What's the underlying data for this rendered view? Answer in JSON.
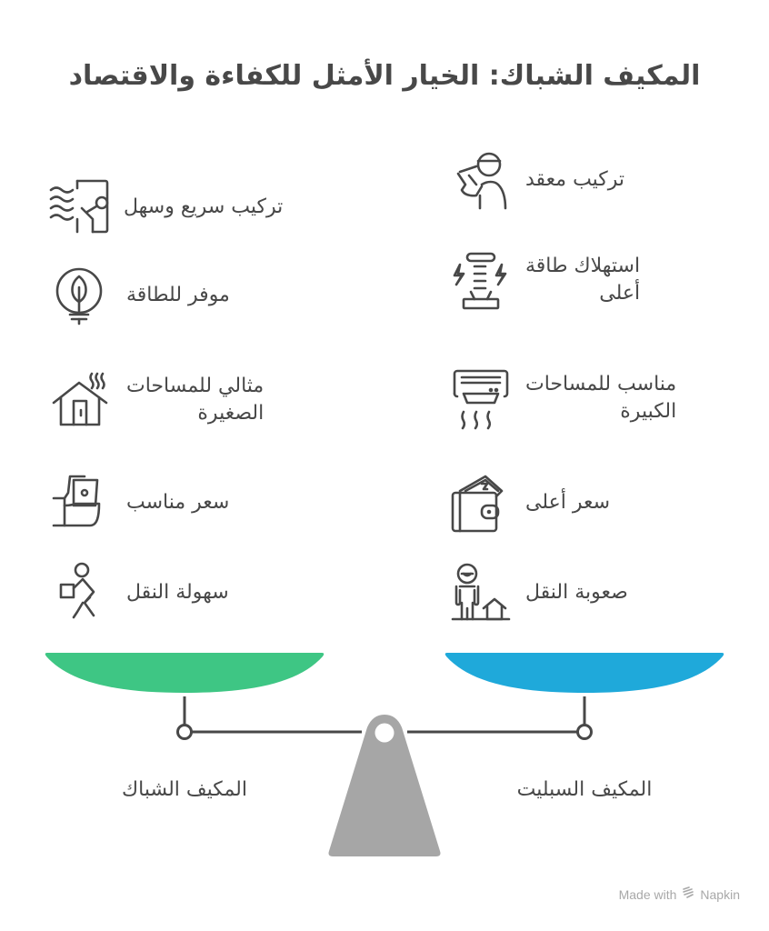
{
  "title": "المكيف الشباك: الخيار الأمثل للكفاءة والاقتصاد",
  "colors": {
    "window_pan": "#3EC684",
    "split_pan": "#1FA9DA",
    "fulcrum": "#A6A6A6",
    "line": "#484848",
    "text": "#484848"
  },
  "left_side": {
    "label": "المكيف الشباك",
    "items": [
      {
        "icon": "quick-install-icon",
        "label": "تركيب سريع وسهل"
      },
      {
        "icon": "energy-saving-bulb-icon",
        "label": "موفر للطاقة"
      },
      {
        "icon": "small-house-icon",
        "label": "مثالي للمساحات\nالصغيرة"
      },
      {
        "icon": "affordable-price-hand-icon",
        "label": "سعر مناسب"
      },
      {
        "icon": "person-carrying-box-icon",
        "label": "سهولة النقل"
      }
    ]
  },
  "right_side": {
    "label": "المكيف السبليت",
    "items": [
      {
        "icon": "technician-installer-icon",
        "label": "تركيب معقد"
      },
      {
        "icon": "high-power-consumption-icon",
        "label": "استهلاك طاقة\nأعلى"
      },
      {
        "icon": "split-ac-unit-icon",
        "label": "مناسب للمساحات\nالكبيرة"
      },
      {
        "icon": "wallet-money-icon",
        "label": "سعر أعلى"
      },
      {
        "icon": "person-moving-difficulty-icon",
        "label": "صعوبة النقل"
      }
    ]
  },
  "footer": {
    "made_with": "Made with",
    "brand": "Napkin"
  }
}
